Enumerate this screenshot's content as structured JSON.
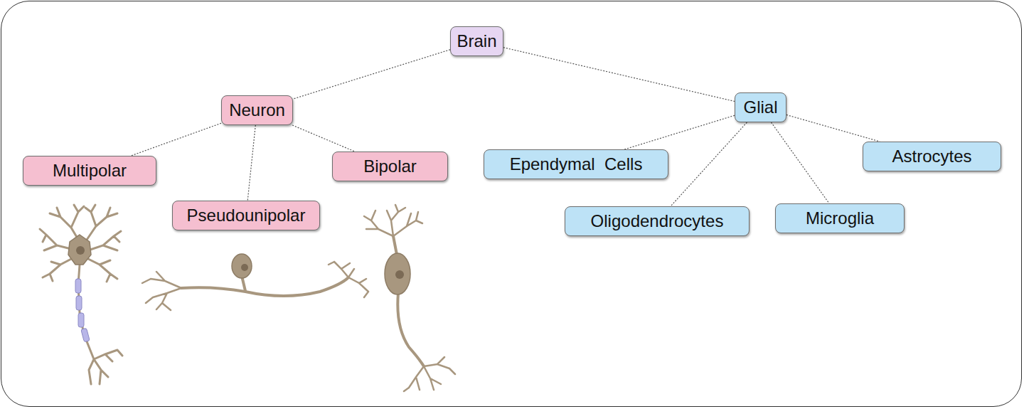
{
  "diagram": {
    "nodes": [
      {
        "text": [
          "Brain"
        ]
      },
      {
        "text": [
          "Neuron"
        ]
      },
      {
        "text": [
          "Glial"
        ]
      },
      {
        "text": [
          "Multipolar"
        ]
      },
      {
        "text": [
          "Bipolar"
        ]
      },
      {
        "text": [
          "Ependymal  Cells"
        ]
      },
      {
        "text": [
          "Astrocytes"
        ]
      },
      {
        "text": [
          "Pseudounipolar"
        ]
      },
      {
        "text": [
          "Oligodendrocytes"
        ]
      },
      {
        "text": [
          "Microglia"
        ]
      }
    ],
    "edges": [
      {
        "from": 0,
        "to": 1,
        "arrow": "none"
      },
      {
        "from": 0,
        "to": 2,
        "arrow": "none"
      },
      {
        "from": 1,
        "to": 3,
        "arrow": "none"
      },
      {
        "from": 1,
        "to": 7,
        "arrow": "none"
      },
      {
        "from": 1,
        "to": 4,
        "arrow": "none"
      },
      {
        "from": 2,
        "to": 5,
        "arrow": "none"
      },
      {
        "from": 2,
        "to": 8,
        "arrow": "none"
      },
      {
        "from": 2,
        "to": 9,
        "arrow": "none"
      },
      {
        "from": 2,
        "to": 6,
        "arrow": "none"
      }
    ]
  }
}
